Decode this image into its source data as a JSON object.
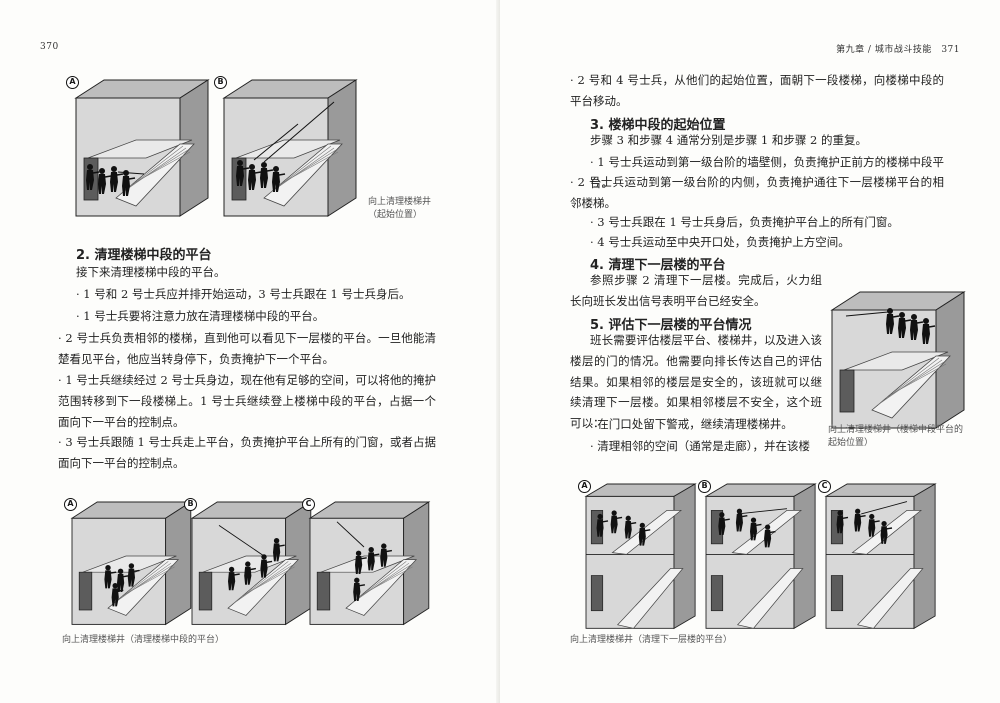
{
  "left": {
    "page_number": "370",
    "figure_top": {
      "panels": [
        "A",
        "B"
      ],
      "caption": [
        "向上清理楼梯井",
        "（起始位置）"
      ]
    },
    "section_2": {
      "heading": "2. 清理楼梯中段的平台",
      "paragraphs": [
        "接下来清理楼梯中段的平台。",
        "· 1 号和 2 号士兵应并排开始运动，3 号士兵跟在 1 号士兵身后。",
        "· 1 号士兵要将注意力放在清理楼梯中段的平台。",
        "· 2 号士兵负责相邻的楼梯，直到他可以看见下一层楼的平台。一旦他能清楚看见平台，他应当转身停下，负责掩护下一个平台。",
        "· 1 号士兵继续经过 2 号士兵身边，现在他有足够的空间，可以将他的掩护范围转移到下一段楼梯上。1 号士兵继续登上楼梯中段的平台，占据一个面向下一平台的控制点。",
        "· 3 号士兵跟随 1 号士兵走上平台，负责掩护平台上所有的门窗，或者占据面向下一平台的控制点。"
      ]
    },
    "figure_bottom": {
      "panels": [
        "A",
        "B",
        "C"
      ],
      "caption": "向上清理楼梯井（清理楼梯中段的平台）"
    }
  },
  "right": {
    "header": "第九章 / 城市战斗技能　371",
    "intro_paragraph": "· 2 号和 4 号士兵，从他们的起始位置，面朝下一段楼梯，向楼梯中段的平台移动。",
    "section_3": {
      "heading": "3. 楼梯中段的起始位置",
      "paragraphs": [
        "步骤 3 和步骤 4 通常分别是步骤 1 和步骤 2 的重复。",
        "· 1 号士兵运动到第一级台阶的墙壁侧，负责掩护正前方的楼梯中段平台。",
        "· 2 号士兵运动到第一级台阶的内侧，负责掩护通往下一层楼梯平台的相邻楼梯。",
        "· 3 号士兵跟在 1 号士兵身后，负责掩护平台上的所有门窗。",
        "· 4 号士兵运动至中央开口处，负责掩护上方空间。"
      ]
    },
    "section_4": {
      "heading": "4. 清理下一层楼的平台",
      "paragraph": "参照步骤 2 清理下一层楼。完成后，火力组长向班长发出信号表明平台已经安全。"
    },
    "section_5": {
      "heading": "5. 评估下一层楼的平台情况",
      "paragraphs": [
        "班长需要评估楼层平台、楼梯井，以及进入该楼层的门的情况。他需要向排长传达自己的评估结果。如果相邻的楼层是安全的，该班就可以继续清理下一层楼。如果相邻楼层不安全，这个班可以：",
        "· 在门口处留下警戒，继续清理楼梯井。",
        "· 清理相邻的空间（通常是走廊），并在该楼"
      ]
    },
    "figure_side": {
      "caption": [
        "向上清理楼梯井（楼梯中段平台的",
        "起始位置）"
      ]
    },
    "figure_bottom": {
      "panels": [
        "A",
        "B",
        "C"
      ],
      "caption": "向上清理楼梯井（清理下一层楼的平台）"
    }
  }
}
